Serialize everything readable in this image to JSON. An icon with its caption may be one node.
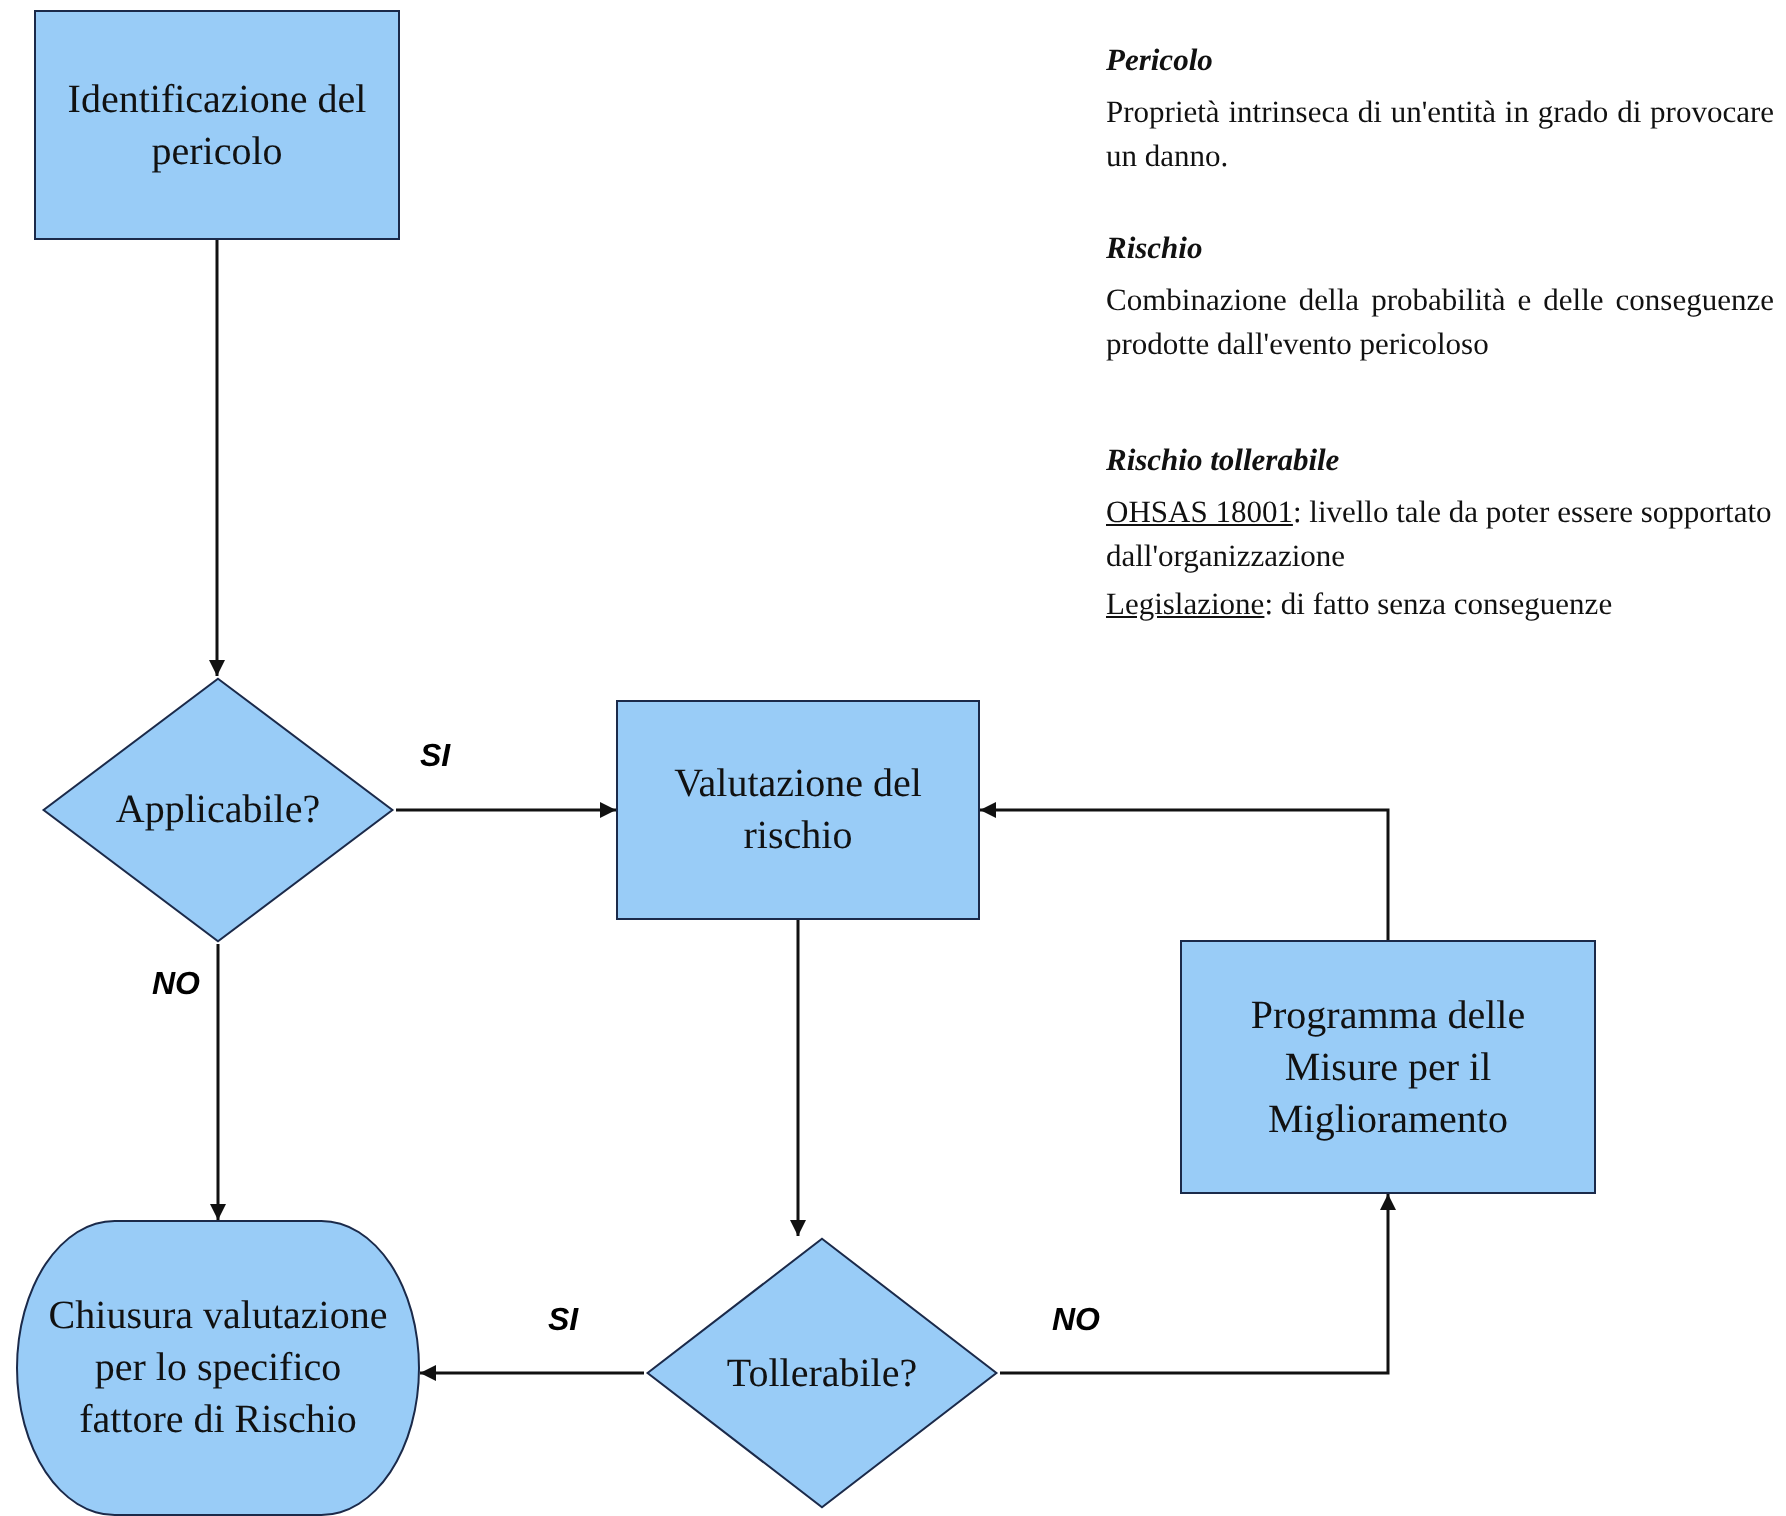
{
  "diagram": {
    "nodes": [
      {
        "text": [
          "Identificazione del pericolo"
        ]
      },
      {
        "text": [
          "Applicabile?"
        ]
      },
      {
        "text": [
          "Valutazione del rischio"
        ]
      },
      {
        "text": [
          "Programma delle Misure per il Miglioramento"
        ]
      },
      {
        "text": [
          "Chiusura valutazione per lo specifico fattore di Rischio"
        ]
      },
      {
        "text": [
          "Tollerabile?"
        ]
      }
    ],
    "edges": [
      {
        "from": 0,
        "to": 1,
        "arrow": "to"
      },
      {
        "from": 1,
        "to": 2,
        "arrow": "to",
        "label": "SI"
      },
      {
        "from": 1,
        "to": 4,
        "arrow": "to",
        "label": "NO"
      },
      {
        "from": 2,
        "to": 5,
        "arrow": "to"
      },
      {
        "from": 5,
        "to": 4,
        "arrow": "to",
        "label": "SI"
      },
      {
        "from": 5,
        "to": 3,
        "arrow": "to",
        "label": "NO"
      },
      {
        "from": 3,
        "to": 2,
        "arrow": "to"
      }
    ],
    "labels": [
      "Pericolo",
      "Proprietà intrinseca di un'entità in grado di provocare un danno.",
      "Rischio",
      "Combinazione della probabilità e delle conseguenze prodotte dall'evento pericoloso",
      "Rischio tollerabile",
      "OHSAS 18001: livello tale da poter essere sopportato dall'organizzazione",
      "Legislazione: di fatto senza conseguenze"
    ]
  }
}
